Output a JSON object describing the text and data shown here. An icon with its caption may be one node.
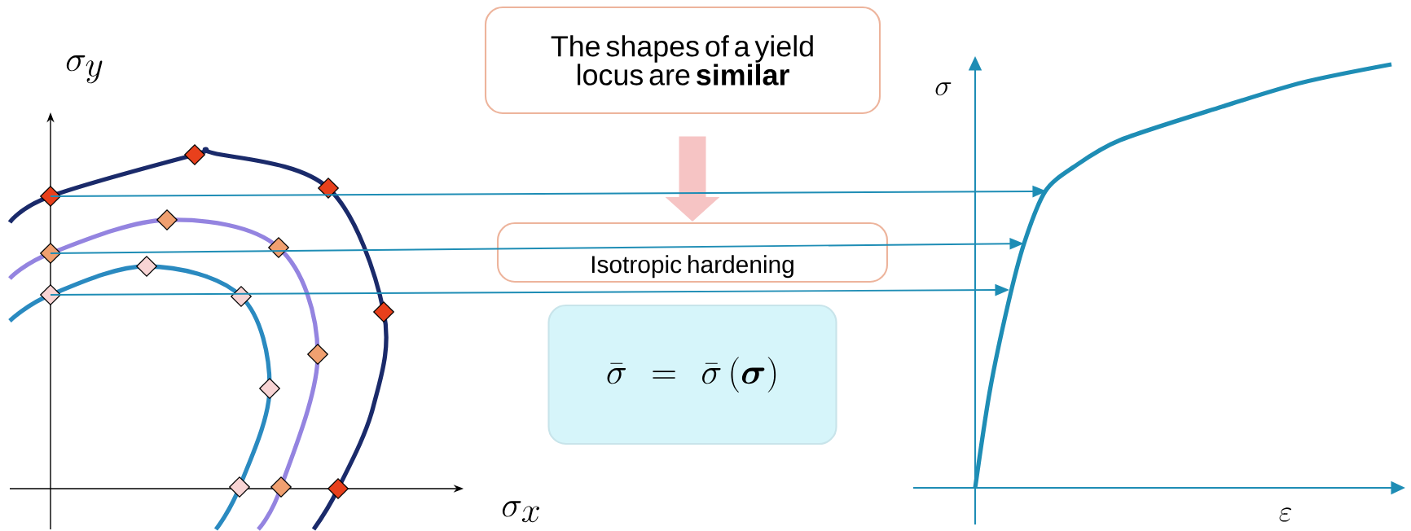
{
  "diagram": {
    "nodes": [
      {
        "text": [
          "The shapes of a yield locus are **similar**"
        ]
      },
      {
        "text": [
          "Isotropic hardening"
        ]
      },
      {
        "text": [
          "\\bar{\\sigma} = \\bar{\\sigma}\\left(\\boldsymbol{\\sigma}\\right)"
        ]
      },
      {
        "text": [],
        "shape": "diamond"
      },
      {
        "text": [],
        "shape": "diamond"
      },
      {
        "text": [],
        "shape": "diamond"
      },
      {
        "text": [],
        "shape": "diamond"
      },
      {
        "text": [],
        "shape": "diamond"
      },
      {
        "text": [],
        "shape": "diamond"
      },
      {
        "text": [],
        "shape": "diamond"
      },
      {
        "text": [],
        "shape": "diamond"
      },
      {
        "text": [],
        "shape": "diamond"
      },
      {
        "text": [],
        "shape": "diamond"
      },
      {
        "text": [],
        "shape": "diamond"
      },
      {
        "text": [],
        "shape": "diamond"
      },
      {
        "text": [],
        "shape": "diamond"
      },
      {
        "text": [],
        "shape": "diamond"
      },
      {
        "text": [],
        "shape": "diamond"
      }
    ],
    "edges": [
      {
        "from": 0,
        "to": 1,
        "arrow": "to",
        "style": "thick",
        "color": "#f6c4c4"
      },
      {
        "from": 3,
        "to": null,
        "arrow": "to"
      },
      {
        "from": 4,
        "to": null,
        "arrow": "to"
      },
      {
        "from": 5,
        "to": null,
        "arrow": "to"
      }
    ],
    "labels": [
      "\\sigma_{y}",
      "\\sigma_{x}",
      "\\sigma",
      "\\varepsilon"
    ]
  }
}
